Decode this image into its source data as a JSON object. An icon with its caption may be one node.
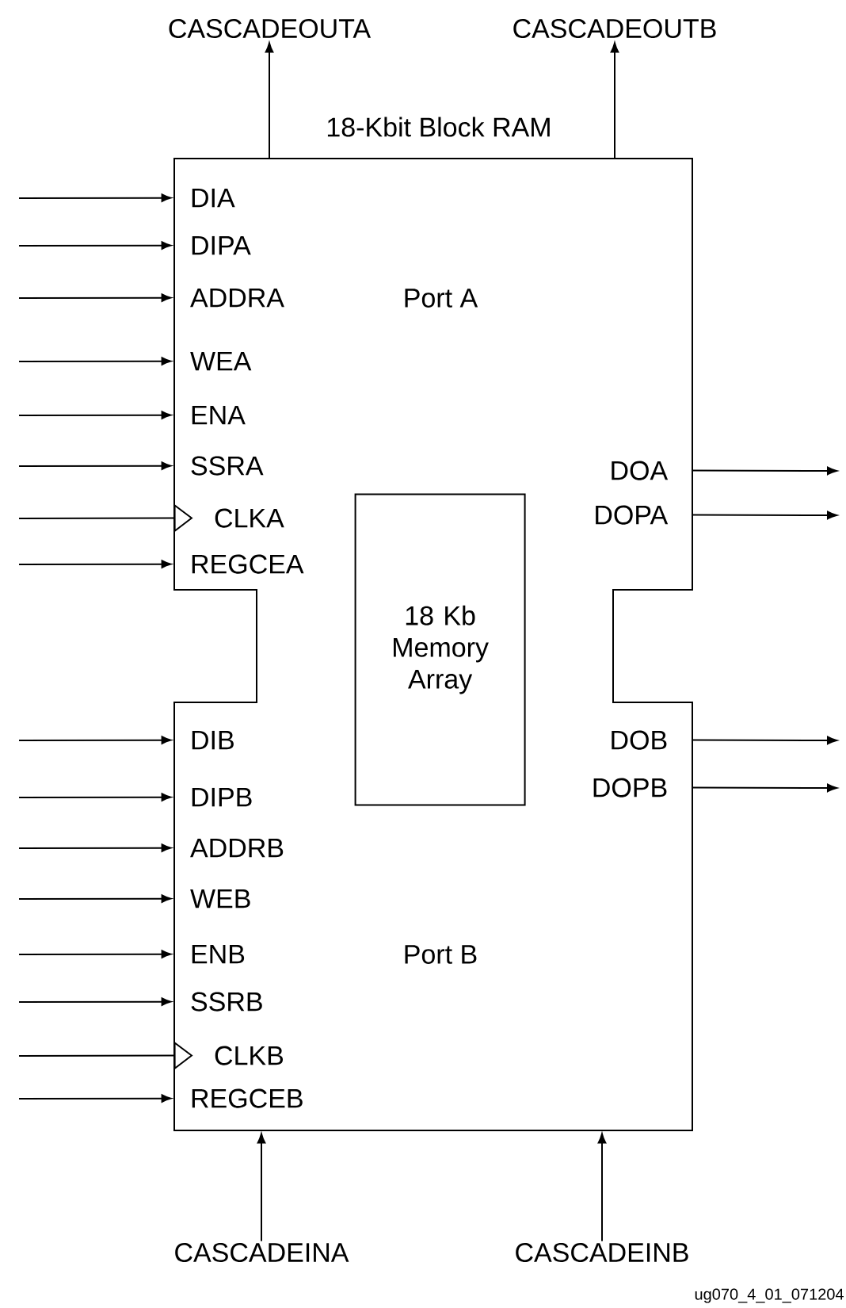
{
  "diagram": {
    "nodes": [
      {
        "text": [
          "CASCADEOUTA"
        ]
      },
      {
        "text": [
          "CASCADEOUTB"
        ]
      },
      {
        "text": [
          "18-Kbit Block RAM"
        ]
      },
      {
        "text": [
          "DIA"
        ],
        "in": 2
      },
      {
        "text": [
          "DIPA"
        ],
        "in": 2
      },
      {
        "text": [
          "ADDRA"
        ],
        "in": 2
      },
      {
        "text": [
          "WEA"
        ],
        "in": 2
      },
      {
        "text": [
          "ENA"
        ],
        "in": 2
      },
      {
        "text": [
          "SSRA"
        ],
        "in": 2
      },
      {
        "text": [
          "CLKA"
        ],
        "in": 2
      },
      {
        "text": [
          "REGCEA"
        ],
        "in": 2
      },
      {
        "text": [
          "DOA"
        ],
        "in": 2
      },
      {
        "text": [
          "DOPA"
        ],
        "in": 2
      },
      {
        "text": [
          "18 Kb Memory Array"
        ],
        "in": 2
      },
      {
        "text": [
          "DIB"
        ],
        "in": 2
      },
      {
        "text": [
          "DIPB"
        ],
        "in": 2
      },
      {
        "text": [
          "ADDRB"
        ],
        "in": 2
      },
      {
        "text": [
          "WEB"
        ],
        "in": 2
      },
      {
        "text": [
          "ENB"
        ],
        "in": 2
      },
      {
        "text": [
          "SSRB"
        ],
        "in": 2
      },
      {
        "text": [
          "CLKB"
        ],
        "in": 2
      },
      {
        "text": [
          "REGCEB"
        ],
        "in": 2
      },
      {
        "text": [
          "DOB"
        ],
        "in": 2
      },
      {
        "text": [
          "DOPB"
        ],
        "in": 2
      },
      {
        "text": [
          "CASCADEINA"
        ]
      },
      {
        "text": [
          "CASCADEINB"
        ]
      }
    ],
    "edges": [
      {
        "from": 2,
        "to": 0,
        "arrow": "to"
      },
      {
        "from": 2,
        "to": 1,
        "arrow": "to"
      },
      {
        "from": null,
        "to": 3,
        "arrow": "to"
      },
      {
        "from": null,
        "to": 4,
        "arrow": "to"
      },
      {
        "from": null,
        "to": 5,
        "arrow": "to"
      },
      {
        "from": null,
        "to": 6,
        "arrow": "to"
      },
      {
        "from": null,
        "to": 7,
        "arrow": "to"
      },
      {
        "from": null,
        "to": 8,
        "arrow": "to"
      },
      {
        "from": null,
        "to": 9,
        "arrow": "to"
      },
      {
        "from": null,
        "to": 10,
        "arrow": "to"
      },
      {
        "from": 11,
        "to": null,
        "arrow": "to"
      },
      {
        "from": 12,
        "to": null,
        "arrow": "to"
      },
      {
        "from": null,
        "to": 14,
        "arrow": "to"
      },
      {
        "from": null,
        "to": 15,
        "arrow": "to"
      },
      {
        "from": null,
        "to": 16,
        "arrow": "to"
      },
      {
        "from": null,
        "to": 17,
        "arrow": "to"
      },
      {
        "from": null,
        "to": 18,
        "arrow": "to"
      },
      {
        "from": null,
        "to": 19,
        "arrow": "to"
      },
      {
        "from": null,
        "to": 20,
        "arrow": "to"
      },
      {
        "from": null,
        "to": 21,
        "arrow": "to"
      },
      {
        "from": 22,
        "to": null,
        "arrow": "to"
      },
      {
        "from": 23,
        "to": null,
        "arrow": "to"
      },
      {
        "from": 24,
        "to": 2,
        "arrow": "to"
      },
      {
        "from": 25,
        "to": 2,
        "arrow": "to"
      }
    ],
    "labels": [
      "Port A",
      "Port B",
      "ug070_4_01_071204"
    ]
  }
}
